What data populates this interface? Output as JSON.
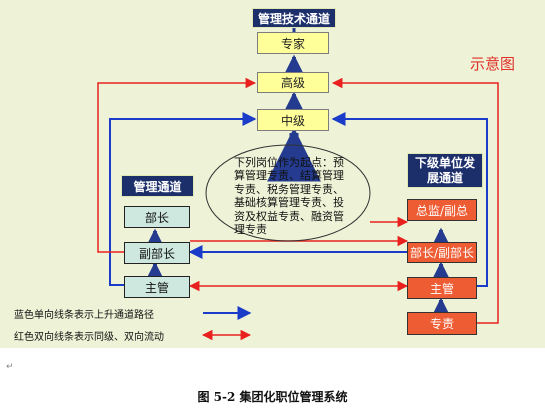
{
  "diagram": {
    "top_title": "管理技术通道",
    "tech_levels": {
      "expert": "专家",
      "senior": "高级",
      "middle": "中级"
    },
    "note_text": "下列岗位作为起点：预算管理专责、结算管理专责、税务管理专责、基础核算管理专责、投资及权益专责、融资管理专责",
    "mgmt_channel": {
      "title": "管理通道",
      "levels": {
        "head": "部长",
        "deputy": "副部长",
        "supervisor": "主管"
      }
    },
    "sub_channel": {
      "title": "下级单位发展通道",
      "levels": {
        "director": "总监/副总",
        "head_deputy": "部长/副部长",
        "supervisor": "主管",
        "specialist": "专责"
      }
    },
    "legend": {
      "blue": "蓝色单向线条表示上升通道路径",
      "red": "红色双向线条表示同级、双向流动"
    },
    "watermark": "示意图",
    "colors": {
      "blue_line": "#1a3cc9",
      "red_line": "#e8211e",
      "up_arrow": "#243b8f"
    }
  },
  "caption": "图 5-2  集团化职位管理系统",
  "paragraph_mark": "↵"
}
